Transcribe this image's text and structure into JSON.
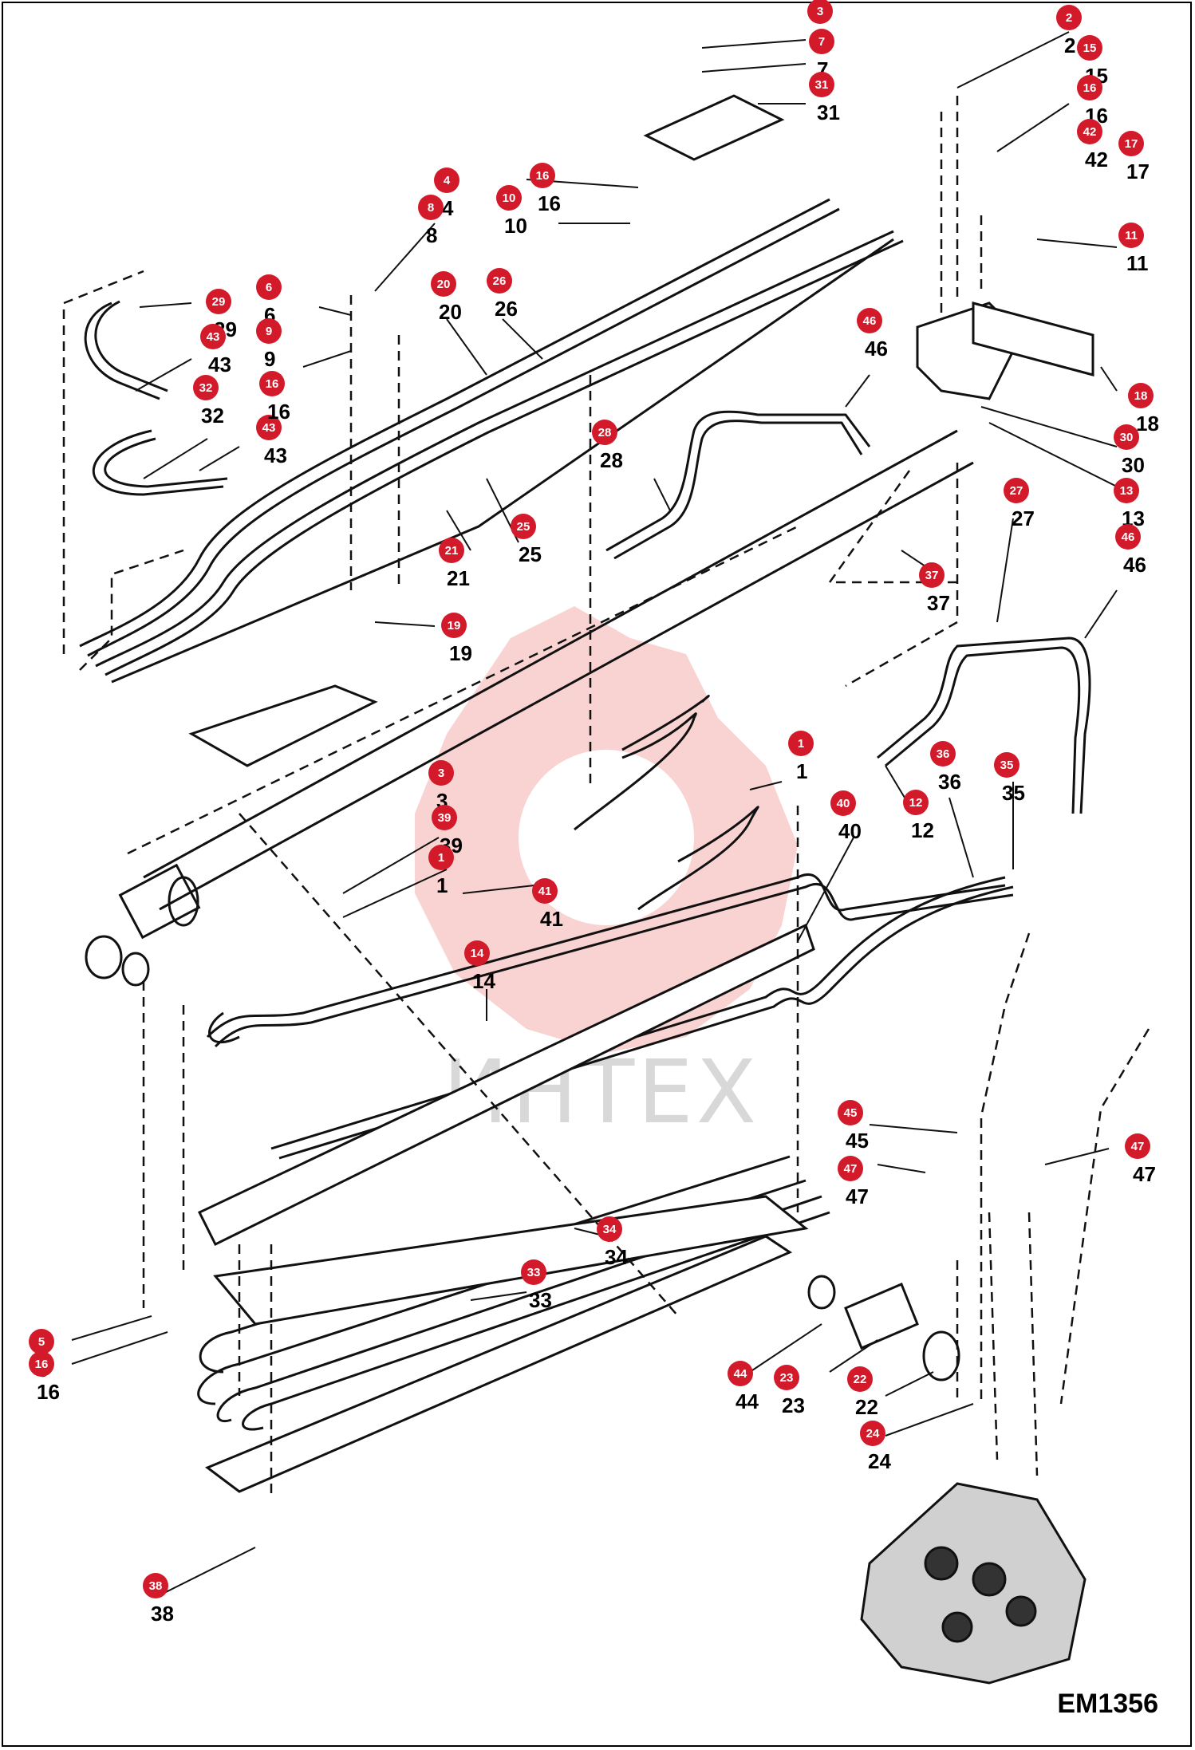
{
  "diagram": {
    "drawing_code": "EM1356",
    "watermark": "ИНТЕХ",
    "badge_color": "#d21a2a",
    "callouts": [
      {
        "n": "3"
      },
      {
        "n": "7"
      },
      {
        "n": "31"
      },
      {
        "n": "2"
      },
      {
        "n": "15"
      },
      {
        "n": "16"
      },
      {
        "n": "42"
      },
      {
        "n": "17"
      },
      {
        "n": "11"
      },
      {
        "n": "4"
      },
      {
        "n": "8"
      },
      {
        "n": "16"
      },
      {
        "n": "10"
      },
      {
        "n": "6"
      },
      {
        "n": "9"
      },
      {
        "n": "20"
      },
      {
        "n": "26"
      },
      {
        "n": "29"
      },
      {
        "n": "43"
      },
      {
        "n": "32"
      },
      {
        "n": "43"
      },
      {
        "n": "16"
      },
      {
        "n": "46"
      },
      {
        "n": "18"
      },
      {
        "n": "28"
      },
      {
        "n": "30"
      },
      {
        "n": "13"
      },
      {
        "n": "21"
      },
      {
        "n": "25"
      },
      {
        "n": "27"
      },
      {
        "n": "46"
      },
      {
        "n": "37"
      },
      {
        "n": "19"
      },
      {
        "n": "1"
      },
      {
        "n": "3"
      },
      {
        "n": "39"
      },
      {
        "n": "1"
      },
      {
        "n": "41"
      },
      {
        "n": "40"
      },
      {
        "n": "12"
      },
      {
        "n": "36"
      },
      {
        "n": "35"
      },
      {
        "n": "14"
      },
      {
        "n": "45"
      },
      {
        "n": "47"
      },
      {
        "n": "47"
      },
      {
        "n": "34"
      },
      {
        "n": "33"
      },
      {
        "n": "5"
      },
      {
        "n": "16"
      },
      {
        "n": "44"
      },
      {
        "n": "23"
      },
      {
        "n": "22"
      },
      {
        "n": "24"
      },
      {
        "n": "38"
      }
    ]
  }
}
